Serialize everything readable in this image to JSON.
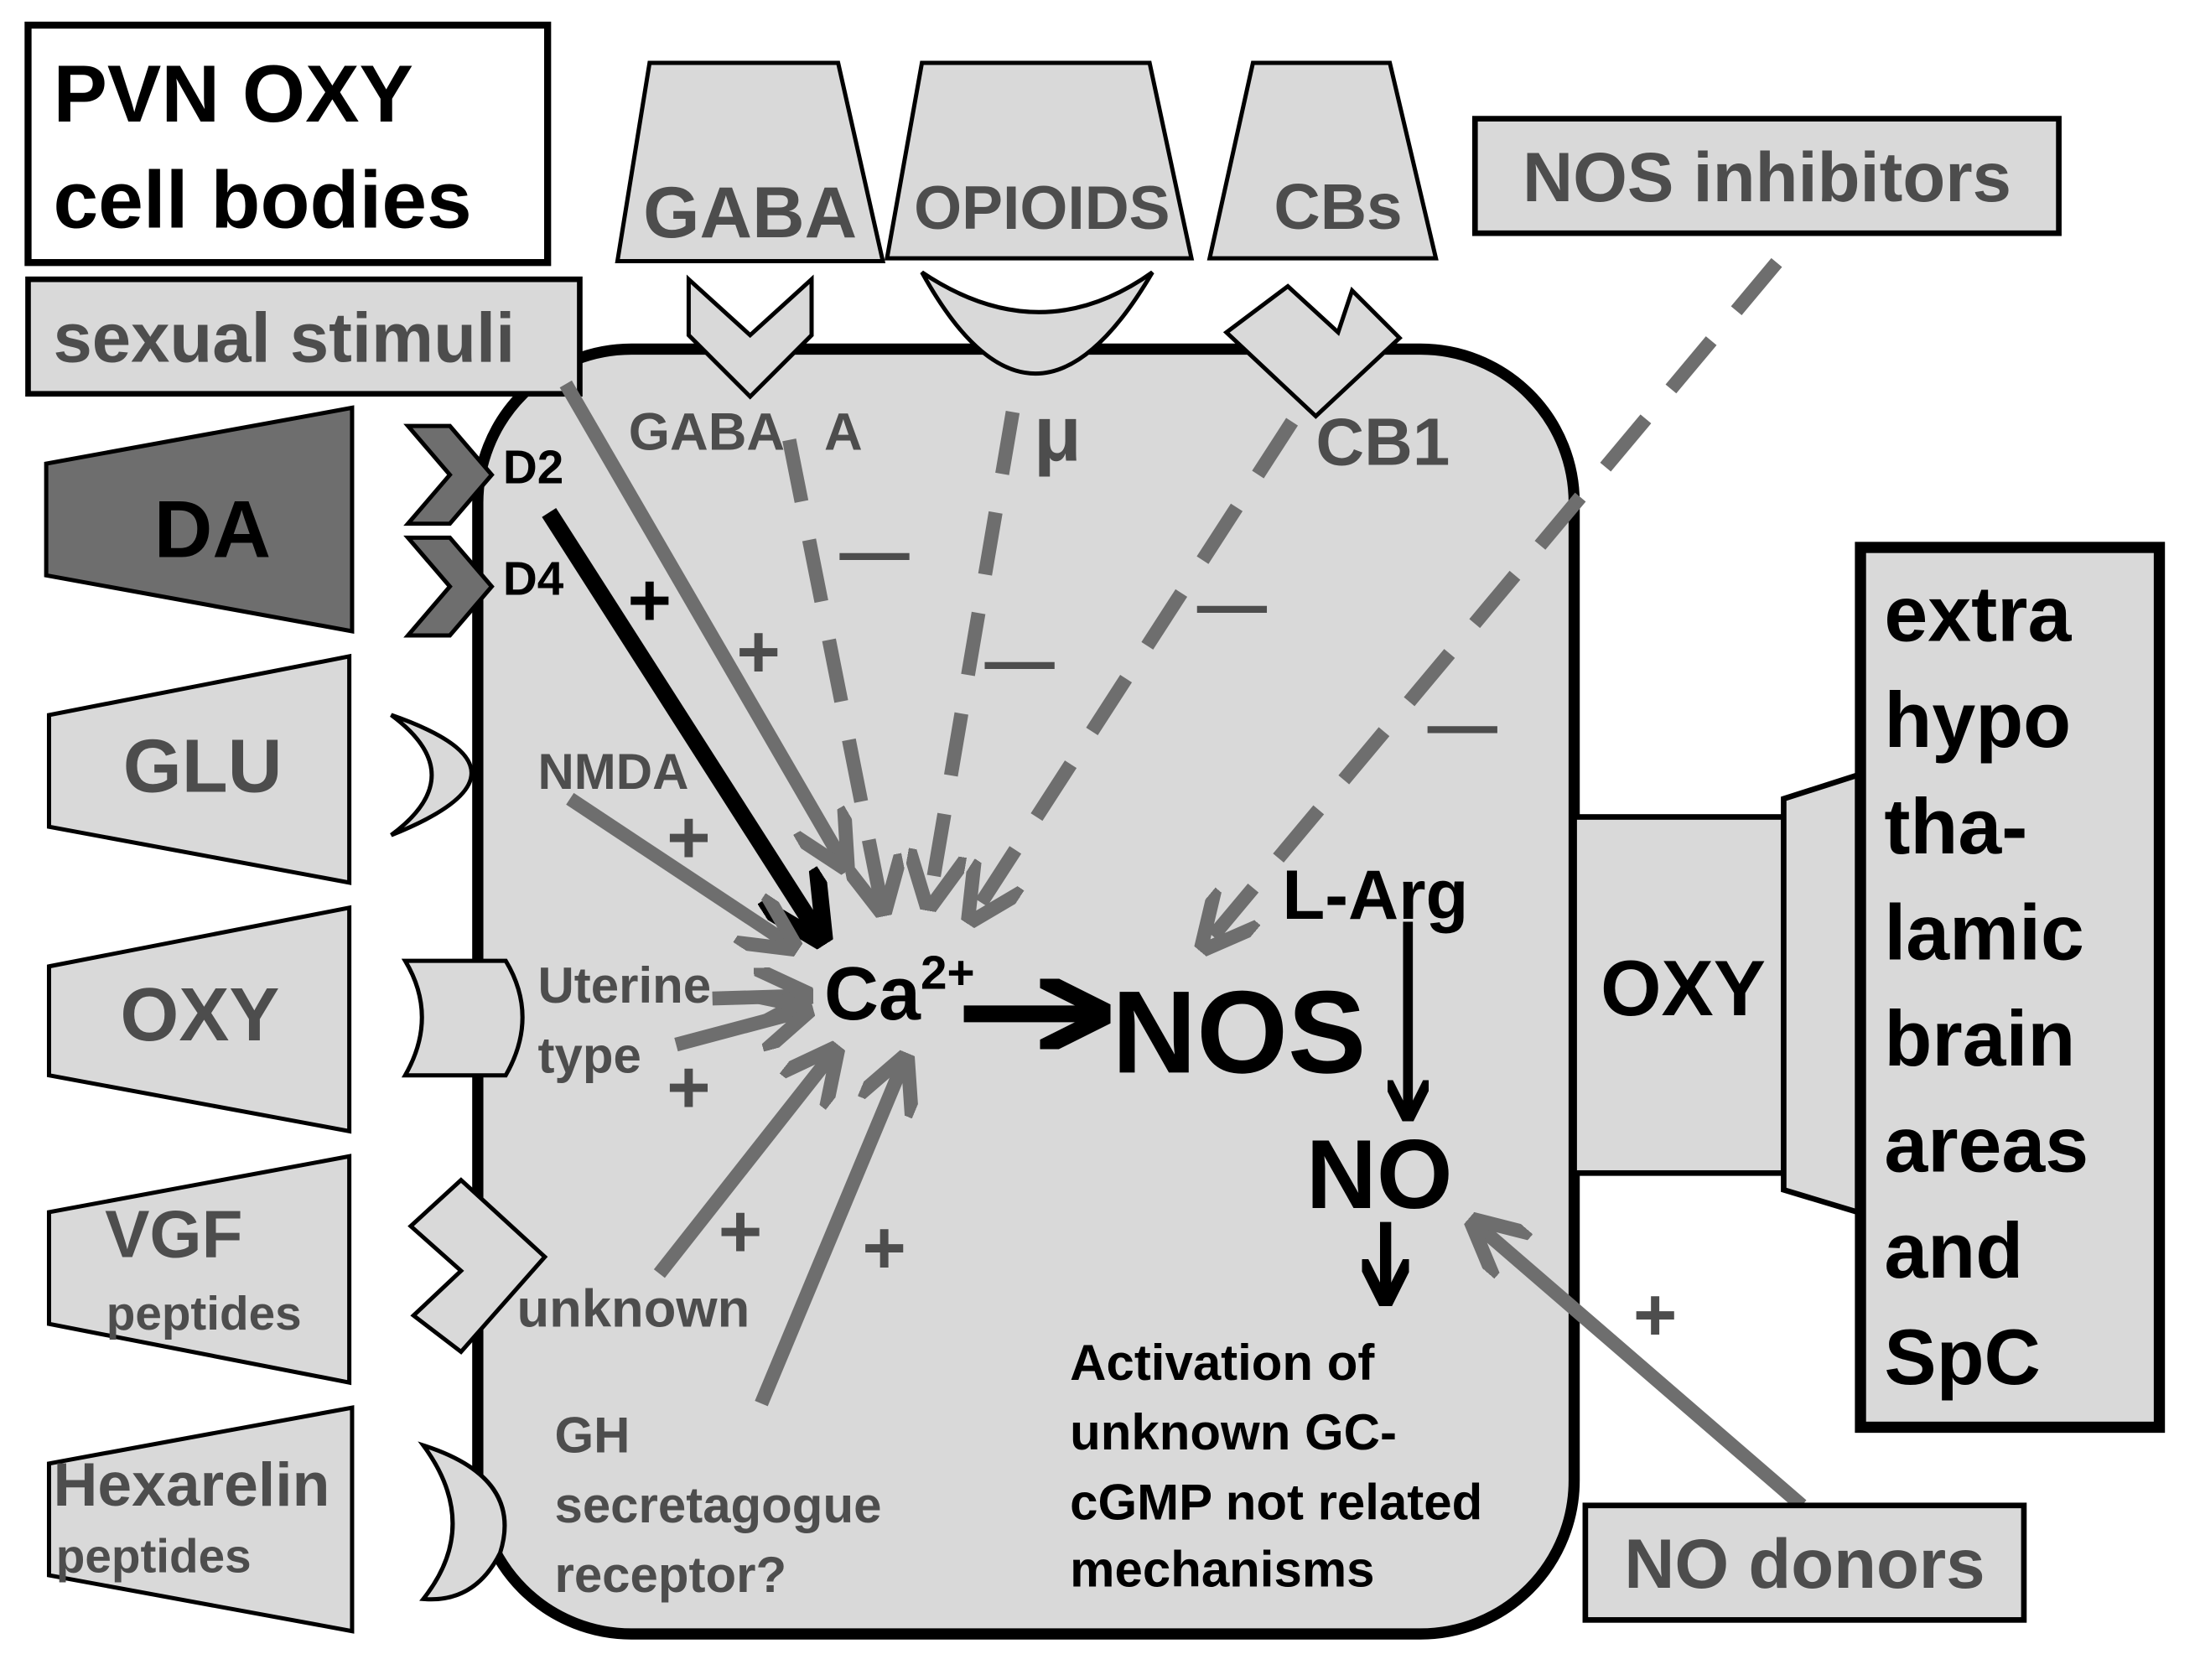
{
  "title_box": {
    "line1": "PVN OXY",
    "line2": "cell bodies"
  },
  "top_inputs": [
    {
      "label": "GABA"
    },
    {
      "label": "OPIOIDS"
    },
    {
      "label": "CBs"
    }
  ],
  "nos_inhibitors": "NOS inhibitors",
  "sexual_stimuli": "sexual stimuli",
  "left_inputs": {
    "da": "DA",
    "glu": "GLU",
    "oxy": "OXY",
    "vgf_line1": "VGF",
    "vgf_line2": "peptides",
    "hex_line1": "Hexarelin",
    "hex_line2": "peptides"
  },
  "receptors": {
    "gaba_a_1": "GABA",
    "gaba_a_2": "A",
    "mu": "μ",
    "cb1": "CB1",
    "d2": "D2",
    "d4": "D4",
    "nmda": "NMDA",
    "uterine1": "Uterine",
    "uterine2": "type",
    "unknown": "unknown",
    "gh1": "GH",
    "gh2": "secretagogue",
    "gh3": "receptor?"
  },
  "pathway": {
    "ca": "Ca",
    "ca_sup": "2+",
    "nos": "NOS",
    "larg": "L-Arg",
    "no": "NO",
    "act1": "Activation of",
    "act2": "unknown GC-",
    "act3": "cGMP not related",
    "act4": "mechanisms"
  },
  "signs": {
    "plus": "+",
    "minus": "—"
  },
  "right": {
    "oxy": "OXY",
    "extra_lines": [
      "extra",
      "hypo",
      "tha-",
      "lamic",
      "brain",
      "areas",
      "and",
      "SpC"
    ]
  },
  "no_donors": "NO donors",
  "colors": {
    "cell_fill": "#d9d9d9",
    "gray_arrow": "#6e6e6e",
    "dark_fill": "#6e6e6e",
    "black": "#000000"
  }
}
